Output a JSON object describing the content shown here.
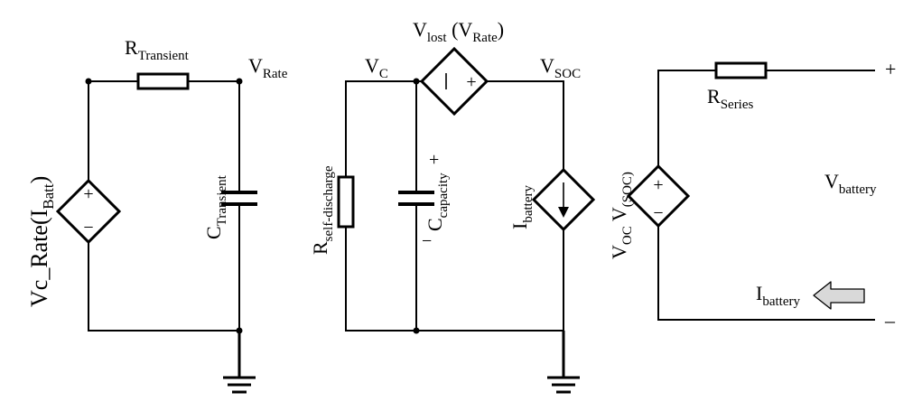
{
  "labels": {
    "r_transient": {
      "main": "R",
      "sub": "Transient"
    },
    "v_rate": {
      "main": "V",
      "sub": "Rate"
    },
    "vc_rate": {
      "main": "Vc_Rate(I",
      "sub": "Batt",
      "tail": ")"
    },
    "c_transient": {
      "main": "C",
      "sub": "Transient"
    },
    "v_lost": {
      "main": "V",
      "sub": "lost",
      "mid": " (V",
      "sub2": "Rate",
      "tail": ")"
    },
    "v_c": {
      "main": "V",
      "sub": "C"
    },
    "v_soc": {
      "main": "V",
      "sub": "SOC"
    },
    "r_self_discharge": {
      "main": "R",
      "sub": "self-discharge"
    },
    "c_capacity": {
      "main": "C",
      "sub": "capacity"
    },
    "i_battery_source": {
      "main": "I",
      "sub": "battery"
    },
    "r_series": {
      "main": "R",
      "sub": "Series"
    },
    "voc": {
      "main": "V",
      "sub": "OC",
      "mid": " V",
      "sub2": "(SOC)"
    },
    "v_battery": {
      "main": "V",
      "sub": "battery"
    },
    "i_battery_arrow": {
      "main": "I",
      "sub": "battery"
    }
  },
  "signs": {
    "plus": "+",
    "minus": "−",
    "terminal_plus": "+",
    "terminal_minus": "–"
  },
  "colors": {
    "wire": "#000000",
    "arrow_fill": "#d9d9d9",
    "background": "#ffffff"
  }
}
